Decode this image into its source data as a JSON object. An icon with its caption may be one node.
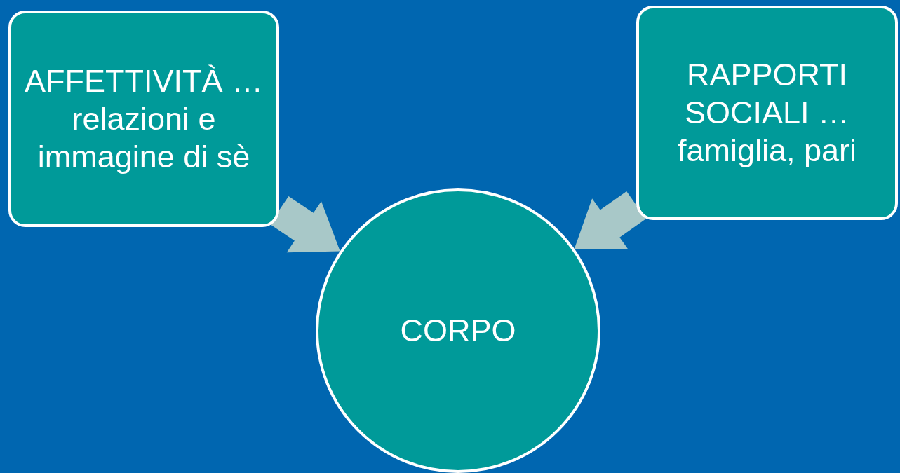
{
  "diagram": {
    "nodes": [
      {
        "text": [
          "AFFETTIVITÀ … relazioni e immagine di sè"
        ]
      },
      {
        "text": [
          "RAPPORTI SOCIALI … famiglia, pari"
        ]
      },
      {
        "text": [
          "CORPO"
        ]
      }
    ],
    "edges": [
      {
        "from": 0,
        "to": 2,
        "arrow": "to"
      },
      {
        "from": 1,
        "to": 2,
        "arrow": "to"
      }
    ]
  }
}
